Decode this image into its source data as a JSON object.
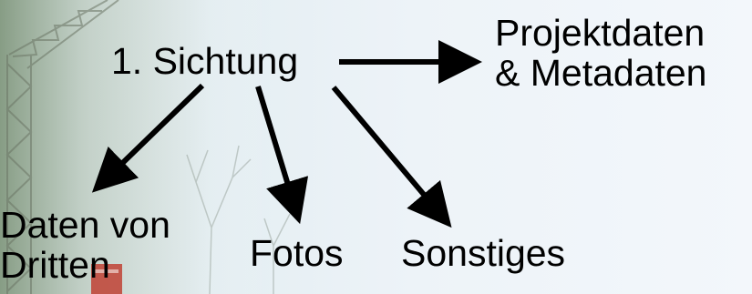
{
  "diagram": {
    "root": "1. Sichtung",
    "meta_line1": "Projektdaten",
    "meta_line2": "& Metadaten",
    "dritten_line1": "Daten von",
    "dritten_line2": "Dritten",
    "fotos": "Fotos",
    "sonstiges": "Sonstiges"
  },
  "background": {
    "description_icon": "construction-crane-photo",
    "accent_color": "#c0392b"
  }
}
